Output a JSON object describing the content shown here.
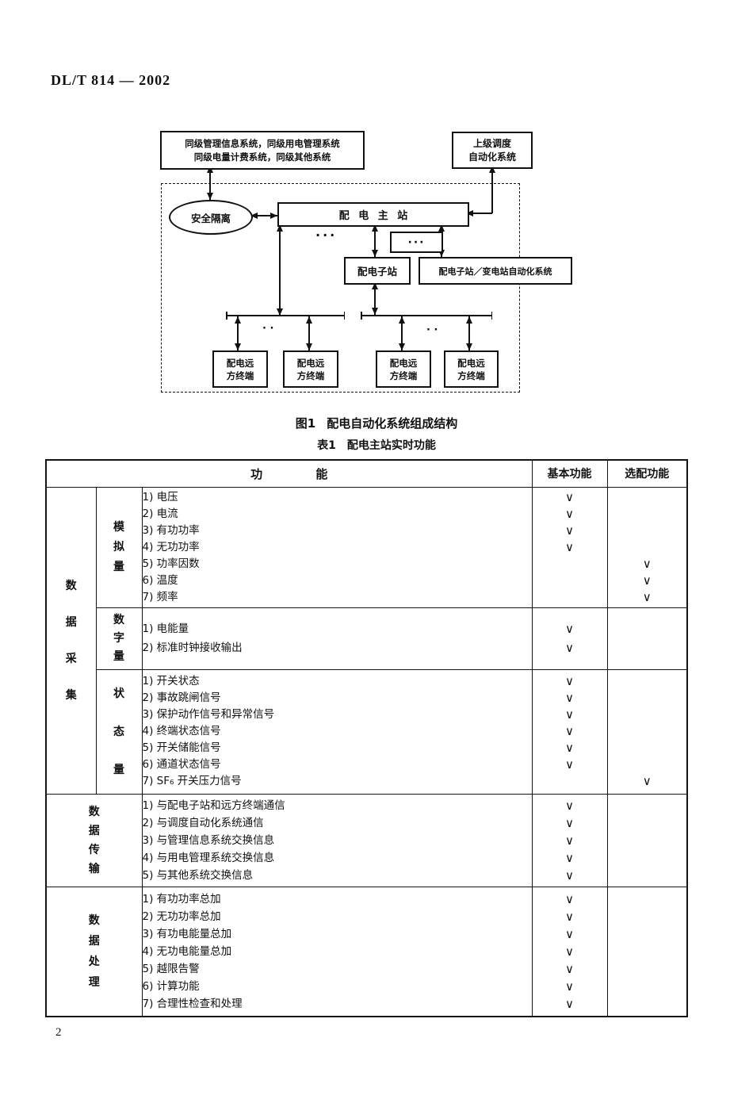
{
  "page": {
    "doc_number": "DL/T 814 — 2002",
    "page_number": "2"
  },
  "figure": {
    "caption_label": "图1",
    "caption_text": "配电自动化系统组成结构",
    "peer_box_line1": "同级管理信息系统，同级用电管理系统",
    "peer_box_line2": "同级电量计费系统，同级其他系统",
    "upper_box_line1": "上级调度",
    "upper_box_line2": "自动化系统",
    "security_label": "安全隔离",
    "master_label": "配 电 主 站",
    "substation_label": "配电子站",
    "substation_sas_label": "配电子站／变电站自动化系统",
    "rtu_line1": "配电远",
    "rtu_line2": "方终端",
    "ellipsis": "···",
    "bus_dots": "· ·"
  },
  "table": {
    "caption_label": "表1",
    "caption_text": "配电主站实时功能",
    "header": {
      "function": "功 能",
      "basic": "基本功能",
      "optional": "选配功能"
    },
    "check_glyph": "∨",
    "groups": [
      {
        "category": "数据采集",
        "sub": "模拟量",
        "items": [
          {
            "text": "1) 电压",
            "mark": "basic"
          },
          {
            "text": "2) 电流",
            "mark": "basic"
          },
          {
            "text": "3) 有功功率",
            "mark": "basic"
          },
          {
            "text": "4) 无功功率",
            "mark": "basic"
          },
          {
            "text": "5) 功率因数",
            "mark": "optional"
          },
          {
            "text": "6) 温度",
            "mark": "optional"
          },
          {
            "text": "7) 频率",
            "mark": "optional"
          }
        ]
      },
      {
        "sub": "数字量",
        "items": [
          {
            "text": "1) 电能量",
            "mark": "basic"
          },
          {
            "text": "2) 标准时钟接收输出",
            "mark": "basic"
          }
        ]
      },
      {
        "sub": "状态量",
        "items": [
          {
            "text": "1) 开关状态",
            "mark": "basic"
          },
          {
            "text": "2) 事故跳闸信号",
            "mark": "basic"
          },
          {
            "text": "3) 保护动作信号和异常信号",
            "mark": "basic"
          },
          {
            "text": "4) 终端状态信号",
            "mark": "basic"
          },
          {
            "text": "5) 开关储能信号",
            "mark": "basic"
          },
          {
            "text": "6) 通道状态信号",
            "mark": "basic"
          },
          {
            "text": "7) SF₆ 开关压力信号",
            "mark": "optional"
          }
        ]
      },
      {
        "category": "数据传输",
        "items": [
          {
            "text": "1) 与配电子站和远方终端通信",
            "mark": "basic"
          },
          {
            "text": "2) 与调度自动化系统通信",
            "mark": "basic"
          },
          {
            "text": "3) 与管理信息系统交换信息",
            "mark": "basic"
          },
          {
            "text": "4) 与用电管理系统交换信息",
            "mark": "basic"
          },
          {
            "text": "5) 与其他系统交换信息",
            "mark": "basic"
          }
        ]
      },
      {
        "category": "数据处理",
        "items": [
          {
            "text": "1) 有功功率总加",
            "mark": "basic"
          },
          {
            "text": "2) 无功功率总加",
            "mark": "basic"
          },
          {
            "text": "3) 有功电能量总加",
            "mark": "basic"
          },
          {
            "text": "4) 无功电能量总加",
            "mark": "basic"
          },
          {
            "text": "5) 越限告警",
            "mark": "basic"
          },
          {
            "text": "6) 计算功能",
            "mark": "basic"
          },
          {
            "text": "7) 合理性检查和处理",
            "mark": "basic"
          }
        ]
      }
    ]
  }
}
